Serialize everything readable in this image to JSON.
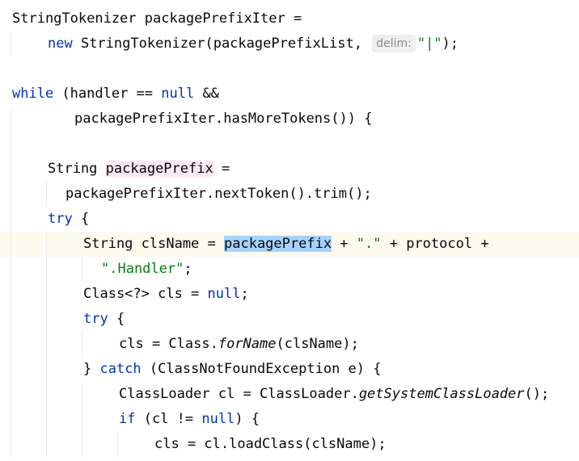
{
  "editor": {
    "lines": [
      {
        "indent": 0,
        "guides": [],
        "current": false,
        "tokens": [
          {
            "t": "StringTokenizer packagePrefixIter =",
            "c": ""
          }
        ]
      },
      {
        "indent": 1,
        "guides": [
          0
        ],
        "current": false,
        "tokens": [
          {
            "t": "new",
            "c": "kw"
          },
          {
            "t": " StringTokenizer(packagePrefixList, ",
            "c": ""
          },
          {
            "t": "delim:",
            "c": "hint"
          },
          {
            "t": "\"|\"",
            "c": "str"
          },
          {
            "t": ");",
            "c": ""
          }
        ]
      },
      {
        "indent": 0,
        "guides": [],
        "current": false,
        "tokens": []
      },
      {
        "indent": 0,
        "guides": [],
        "current": false,
        "tokens": [
          {
            "t": "while",
            "c": "kw"
          },
          {
            "t": " (handler == ",
            "c": ""
          },
          {
            "t": "null",
            "c": "kw"
          },
          {
            "t": " &&",
            "c": ""
          }
        ]
      },
      {
        "indent": 1.75,
        "guides": [
          0
        ],
        "current": false,
        "tokens": [
          {
            "t": "packagePrefixIter.hasMoreTokens()) {",
            "c": ""
          }
        ]
      },
      {
        "indent": 0,
        "guides": [
          0
        ],
        "current": false,
        "tokens": []
      },
      {
        "indent": 1,
        "guides": [
          0
        ],
        "current": false,
        "tokens": [
          {
            "t": "String ",
            "c": ""
          },
          {
            "t": "packagePrefix",
            "c": "hl-pink"
          },
          {
            "t": " =",
            "c": ""
          }
        ]
      },
      {
        "indent": 1.5,
        "guides": [
          0,
          1
        ],
        "current": false,
        "tokens": [
          {
            "t": "packagePrefixIter.nextToken().trim();",
            "c": ""
          }
        ]
      },
      {
        "indent": 1,
        "guides": [
          0
        ],
        "current": false,
        "tokens": [
          {
            "t": "try",
            "c": "kw"
          },
          {
            "t": " {",
            "c": ""
          }
        ]
      },
      {
        "indent": 2,
        "guides": [
          0,
          1
        ],
        "current": true,
        "tokens": [
          {
            "t": "String clsName = ",
            "c": ""
          },
          {
            "t": "packagePrefix",
            "c": "hl-blue"
          },
          {
            "t": " + ",
            "c": ""
          },
          {
            "t": "\".\"",
            "c": "str"
          },
          {
            "t": " + protocol +",
            "c": ""
          }
        ]
      },
      {
        "indent": 2.5,
        "guides": [
          0,
          1,
          2
        ],
        "current": false,
        "tokens": [
          {
            "t": "\".Handler\"",
            "c": "str"
          },
          {
            "t": ";",
            "c": ""
          }
        ]
      },
      {
        "indent": 2,
        "guides": [
          0,
          1
        ],
        "current": false,
        "tokens": [
          {
            "t": "Class<?> cls = ",
            "c": ""
          },
          {
            "t": "null",
            "c": "kw"
          },
          {
            "t": ";",
            "c": ""
          }
        ]
      },
      {
        "indent": 2,
        "guides": [
          0,
          1
        ],
        "current": false,
        "tokens": [
          {
            "t": "try",
            "c": "kw"
          },
          {
            "t": " {",
            "c": ""
          }
        ]
      },
      {
        "indent": 3,
        "guides": [
          0,
          1,
          2
        ],
        "current": false,
        "tokens": [
          {
            "t": "cls = Class.",
            "c": ""
          },
          {
            "t": "forName",
            "c": "it"
          },
          {
            "t": "(clsName);",
            "c": ""
          }
        ]
      },
      {
        "indent": 2,
        "guides": [
          0,
          1
        ],
        "current": false,
        "tokens": [
          {
            "t": "} ",
            "c": ""
          },
          {
            "t": "catch",
            "c": "kw"
          },
          {
            "t": " (ClassNotFoundException e) {",
            "c": ""
          }
        ]
      },
      {
        "indent": 3,
        "guides": [
          0,
          1,
          2
        ],
        "current": false,
        "tokens": [
          {
            "t": "ClassLoader cl = ClassLoader.",
            "c": ""
          },
          {
            "t": "getSystemClassLoader",
            "c": "it"
          },
          {
            "t": "();",
            "c": ""
          }
        ]
      },
      {
        "indent": 3,
        "guides": [
          0,
          1,
          2
        ],
        "current": false,
        "tokens": [
          {
            "t": "if",
            "c": "kw"
          },
          {
            "t": " (cl != ",
            "c": ""
          },
          {
            "t": "null",
            "c": "kw"
          },
          {
            "t": ") {",
            "c": ""
          }
        ]
      },
      {
        "indent": 4,
        "guides": [
          0,
          1,
          2,
          3
        ],
        "current": false,
        "tokens": [
          {
            "t": "cls = cl.loadClass(clsName);",
            "c": ""
          }
        ]
      }
    ]
  }
}
